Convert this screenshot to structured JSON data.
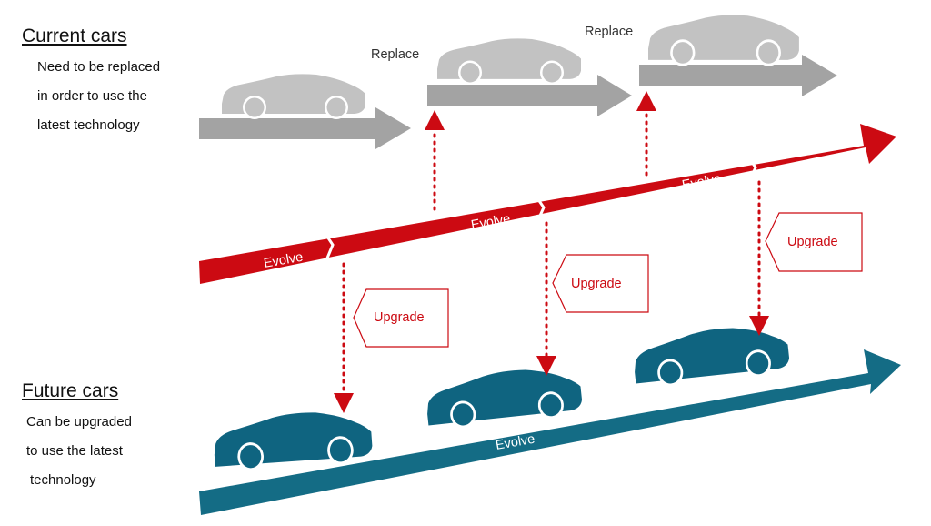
{
  "current": {
    "title": "Current cars",
    "description": [
      "Need to be replaced",
      "in order to use the",
      "latest technology"
    ],
    "replace_labels": [
      "Replace",
      "Replace"
    ]
  },
  "future": {
    "title": "Future cars",
    "description": [
      "Can be upgraded",
      "to use the latest",
      "technology"
    ],
    "evolve_label": "Evolve"
  },
  "evolution": {
    "labels": [
      "Evolve",
      "Evolve",
      "Evolve"
    ],
    "upgrade_labels": [
      "Upgrade",
      "Upgrade",
      "Upgrade"
    ]
  },
  "colors": {
    "gray": "#a3a3a3",
    "car_gray": "#c2c2c2",
    "red": "#cc0a12",
    "teal": "#146c85",
    "teal_car": "#0f6480"
  }
}
